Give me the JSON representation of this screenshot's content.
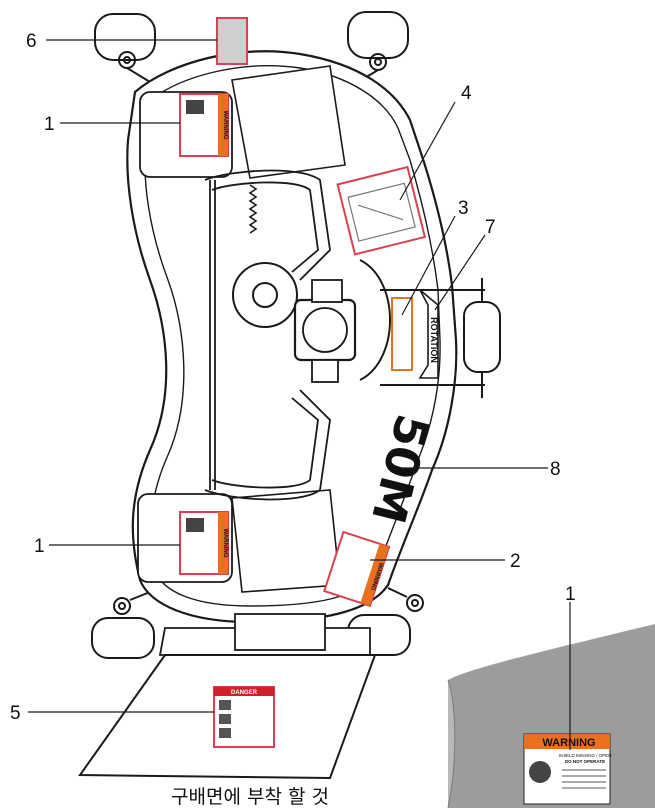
{
  "callouts": {
    "c1_top": "1",
    "c1_bottom": "1",
    "c1_inset": "1",
    "c2": "2",
    "c3": "3",
    "c4": "4",
    "c5": "5",
    "c6": "6",
    "c7": "7",
    "c8": "8"
  },
  "deck": {
    "model_mark": "50M",
    "rotation_label": "ROTATION"
  },
  "decals": {
    "warning": "WARNING",
    "danger": "DANGER",
    "inset_title": "WARNING",
    "inset_line1": "SHIELD MISSING / OPEN",
    "inset_line2": "DO NOT OPERATE"
  },
  "caption": "구배면에 부착 할 것",
  "colors": {
    "warning_orange": "#e8701f",
    "danger_red": "#d2202a",
    "decal_red_outline": "#d94050",
    "line": "#1a1a1a",
    "inset_gray": "#9c9c9c"
  }
}
